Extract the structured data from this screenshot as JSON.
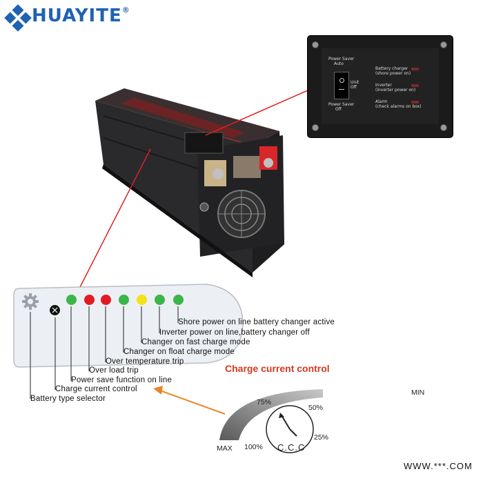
{
  "brand": {
    "name": "HUAYITE",
    "registered": "®",
    "colors": {
      "primary": "#1f62b3"
    }
  },
  "panel": {
    "power_saver_auto_line1": "Power Saver",
    "power_saver_auto_line2": "Auto",
    "power_saver_off_line1": "Power Saver",
    "power_saver_off_line2": "Off",
    "unit_off_line1": "Unit",
    "unit_off_line2": "Off",
    "battery_charger_line1": "Battery charger",
    "battery_charger_line2": "(shore power on)",
    "inverter_line1": "Inverter",
    "inverter_line2": "(inverter power on)",
    "alarm_line1": "Alarm",
    "alarm_line2": "(check alarms on box)"
  },
  "indicators": {
    "selector_icon": "gear-dial-icon",
    "lights": [
      {
        "color": "#3cb54a"
      },
      {
        "color": "#e21b23"
      },
      {
        "color": "#e21b23"
      },
      {
        "color": "#3cb54a"
      },
      {
        "color": "#f3e21a"
      },
      {
        "color": "#3cb54a"
      },
      {
        "color": "#3cb54a"
      }
    ]
  },
  "callouts": {
    "shore_power": "Shore power on line battery changer active",
    "inverter_power": "Inverter power on line,battery changer off",
    "fast_charge": "Changer on fast charge mode",
    "float_charge": "Changer on float charge mode",
    "over_temp": "Over temperature trip",
    "over_load": "Over load trip",
    "power_save": "Power save function on line",
    "charge_current": "Charge  current  control",
    "battery_type": "Battery type selector"
  },
  "charge_control": {
    "title": "Charge current control",
    "min": "MIN",
    "max": "MAX",
    "p100": "100%",
    "p75": "75%",
    "p50": "50%",
    "p25": "25%",
    "knob_label": "C.C.C"
  },
  "footer": {
    "url": "WWW.***.COM"
  },
  "colors": {
    "arrow": "#e8872a",
    "leader_line": "#e02020",
    "title": "#d23a1e"
  }
}
